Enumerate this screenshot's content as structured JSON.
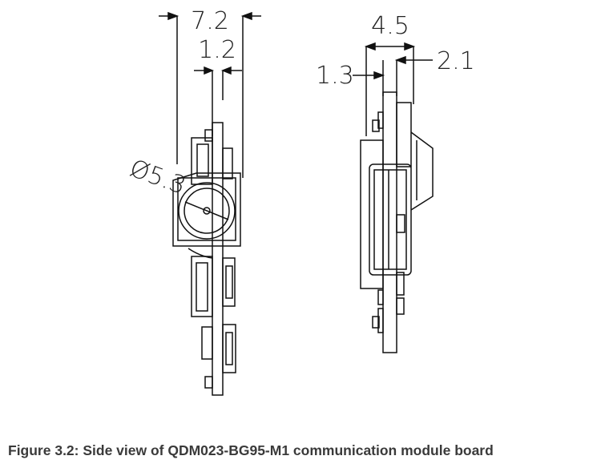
{
  "dimensions": {
    "left_view": {
      "total_width": "7.2",
      "board_thickness": "1.2",
      "diameter": "Ø5.3"
    },
    "right_view": {
      "total_width": "4.5",
      "left_offset": "1.3",
      "right_offset": "2.1"
    }
  },
  "caption": "Figure 3.2: Side view of QDM023-BG95-M1 communication module board"
}
